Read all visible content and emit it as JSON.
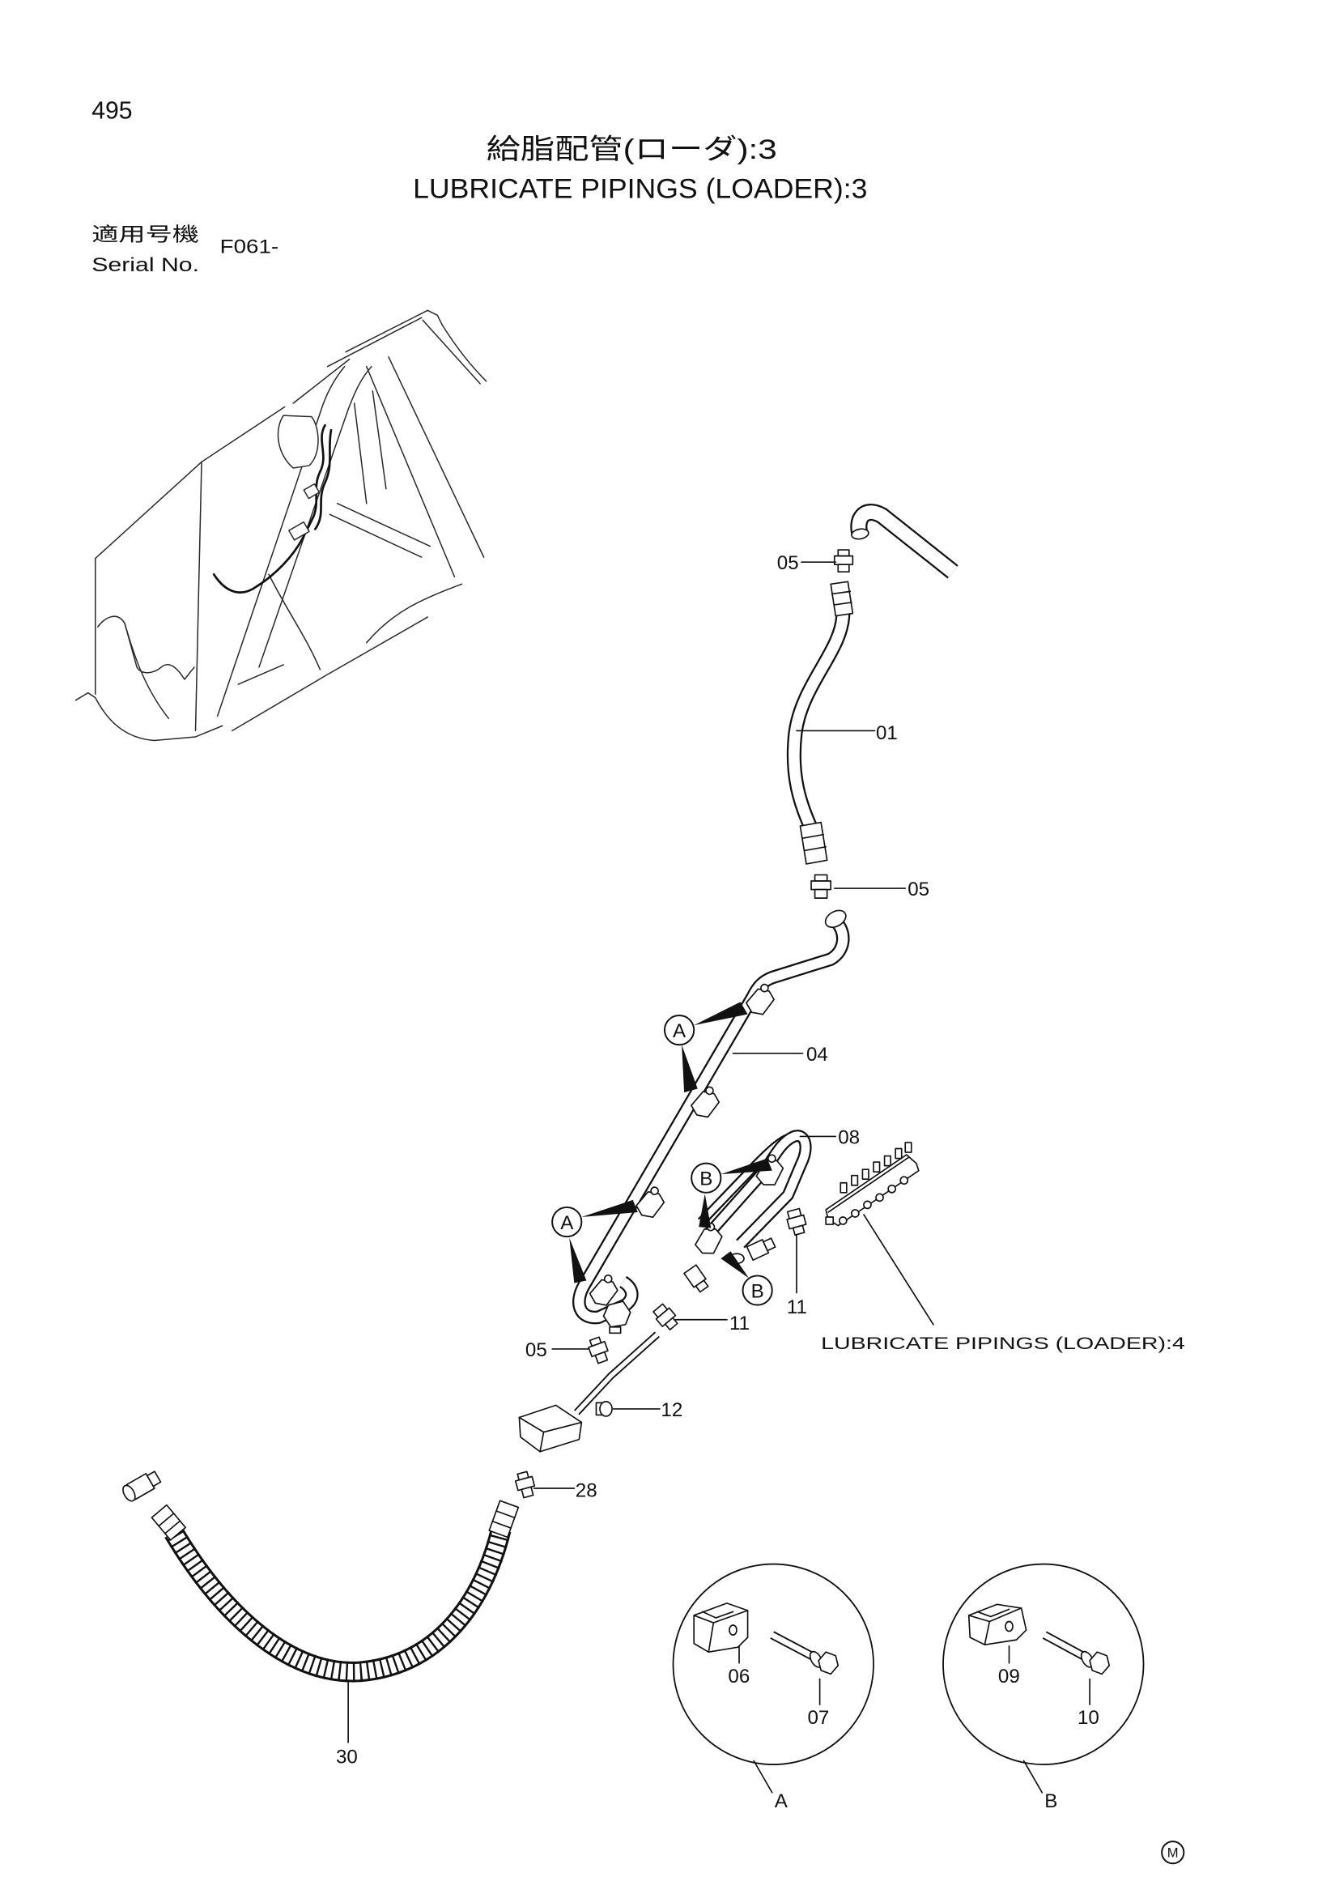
{
  "page_number": "495",
  "title": {
    "ja": "給脂配管(ローダ):3",
    "en": "LUBRICATE PIPINGS (LOADER):3"
  },
  "serial": {
    "label_ja": "適用号機",
    "label_en": "Serial No.",
    "value": "F061-"
  },
  "parts": {
    "fitting_05_top": "05",
    "hose_01": "01",
    "fitting_05_mid": "05",
    "pipe_04": "04",
    "pipe_08": "08",
    "fitting_11_right": "11",
    "fitting_11_left": "11",
    "fitting_05_low": "05",
    "part_12": "12",
    "fitting_28": "28",
    "hose_30": "30"
  },
  "view_markers": {
    "a_upper": "A",
    "b_upper": "B",
    "a_lower": "A",
    "b_lower": "B"
  },
  "cross_reference": "LUBRICATE PIPINGS (LOADER):4",
  "detail_views": [
    {
      "label": "A",
      "clamp": "06",
      "bolt": "07"
    },
    {
      "label": "B",
      "clamp": "09",
      "bolt": "10"
    }
  ],
  "corner_mark": "M",
  "colors": {
    "ink": "#111111",
    "paper": "#ffffff"
  }
}
